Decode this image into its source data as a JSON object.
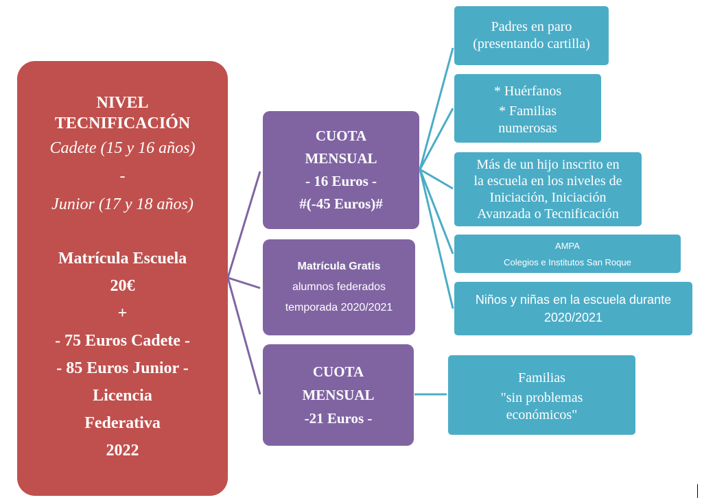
{
  "main_box": {
    "title_line1": "NIVEL",
    "title_line2": "TECNIFICACIÓN",
    "cadete": "Cadete (15 y 16 años)",
    "dash": "-",
    "junior": "Junior (17 y 18 años)",
    "matricula": "Matrícula Escuela",
    "matricula_price": "20€",
    "plus": "+",
    "cadete_price": "- 75 Euros Cadete -",
    "junior_price": "- 85 Euros Junior -",
    "licencia": "Licencia",
    "federativa": "Federativa",
    "year": "2022"
  },
  "cuota_16": {
    "line1": "CUOTA",
    "line2": "MENSUAL",
    "line3": "- 16 Euros -",
    "line4": "#(-45 Euros)#"
  },
  "matricula_gratis": {
    "line1": "Matrícula Gratis",
    "line2": "alumnos federados",
    "line3": "temporada 2020/2021"
  },
  "cuota_21": {
    "line1": "CUOTA",
    "line2": "MENSUAL",
    "line3": "-21 Euros -"
  },
  "conditions": {
    "parados": {
      "line1": "Padres en paro",
      "line2": "(presentando cartilla)"
    },
    "huerfanos": {
      "line1": "* Huérfanos",
      "line2": "* Familias",
      "line3": "numerosas"
    },
    "hermanos": {
      "line1": "Más de un hijo inscrito en",
      "line2": "la escuela en los niveles de",
      "line3": "Iniciación, Iniciación",
      "line4": "Avanzada o Tecnificación"
    },
    "ampa": {
      "line1": "AMPA",
      "line2": "Colegios e Institutos San Roque"
    },
    "ninos": {
      "line1": "Niños y niñas en la escuela durante",
      "line2": "2020/2021"
    },
    "familias": {
      "line1": "Familias",
      "line2": "\"sin problemas",
      "line3": "económicos\""
    }
  },
  "colors": {
    "red": "#c0504d",
    "purple": "#8064a2",
    "teal": "#4bacc6"
  }
}
